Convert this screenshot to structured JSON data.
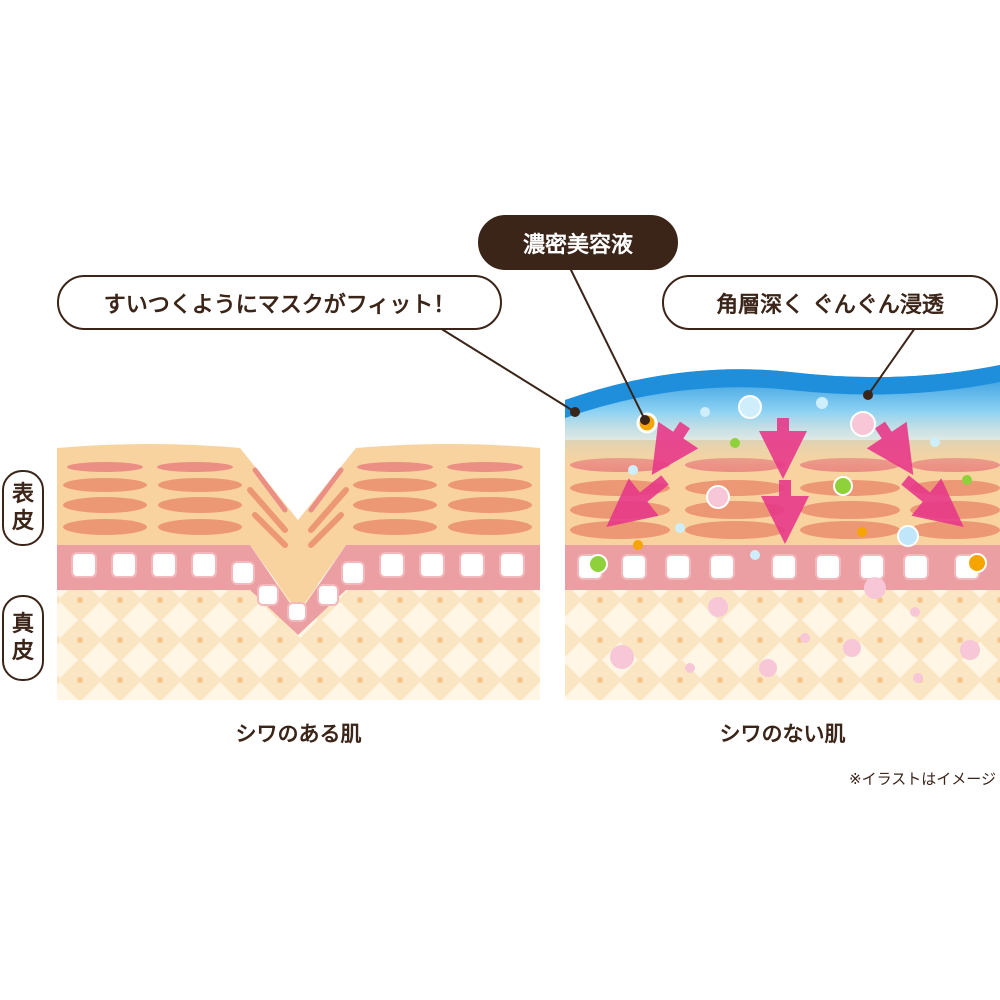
{
  "callouts": {
    "serum": "濃密美容液",
    "fit": "すいつくようにマスクがフィット！",
    "penetrate": "角層深く ぐんぐん浸透"
  },
  "layers": {
    "epidermis": [
      "表",
      "皮"
    ],
    "dermis": [
      "真",
      "皮"
    ]
  },
  "captions": {
    "wrinkled": "シワのある肌",
    "smooth": "シワのない肌"
  },
  "note": "※イラストはイメージ",
  "colors": {
    "outline": "#3b2418",
    "epidermis": "#f8d3a0",
    "cell_layer": "#ec9fa3",
    "dermis": "#fdeed2",
    "gel": "#3aa6e6",
    "arrow": "#e8398a"
  }
}
